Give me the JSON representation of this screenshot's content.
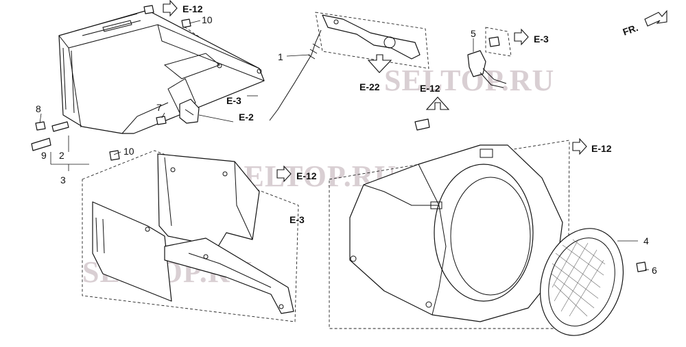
{
  "watermark": "SELTOP.RU",
  "orientation": "FR.",
  "refs": {
    "e12_top": "E-12",
    "e3_top": "E-3",
    "e22": "E-22",
    "e12_mid": "E-12",
    "e3_left": "E-3",
    "e2": "E-2",
    "e12_right": "E-12",
    "e12_center": "E-12",
    "e3_lower": "E-3"
  },
  "callouts": [
    "1",
    "2",
    "3",
    "4",
    "5",
    "6",
    "7",
    "8",
    "9",
    "10",
    "10"
  ]
}
